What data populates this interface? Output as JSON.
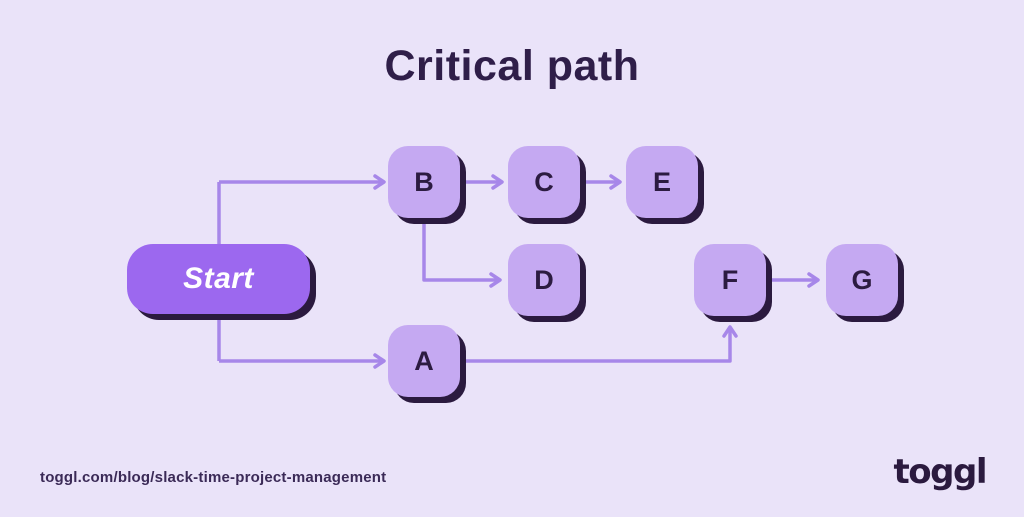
{
  "title": "Critical path",
  "diagram": {
    "nodes": [
      {
        "id": "start",
        "label": "Start"
      },
      {
        "id": "B",
        "label": "B"
      },
      {
        "id": "C",
        "label": "C"
      },
      {
        "id": "E",
        "label": "E"
      },
      {
        "id": "D",
        "label": "D"
      },
      {
        "id": "F",
        "label": "F"
      },
      {
        "id": "G",
        "label": "G"
      },
      {
        "id": "A",
        "label": "A"
      }
    ],
    "edges": [
      {
        "from": "Start",
        "to": "B"
      },
      {
        "from": "Start",
        "to": "A"
      },
      {
        "from": "B",
        "to": "C"
      },
      {
        "from": "C",
        "to": "E"
      },
      {
        "from": "B",
        "to": "D"
      },
      {
        "from": "A",
        "to": "F"
      },
      {
        "from": "F",
        "to": "G"
      }
    ]
  },
  "footer": {
    "url": "toggl.com/blog/slack-time-project-management",
    "brand": "toggl"
  },
  "colors": {
    "background": "#eae3f9",
    "node_fill": "#c5a9f2",
    "start_fill": "#9c68ef",
    "connector": "#a787e9",
    "shadow": "#2b1a3f",
    "text_dark": "#2c1b41",
    "title_text": "#2f1e49",
    "start_text": "#ffffff"
  }
}
